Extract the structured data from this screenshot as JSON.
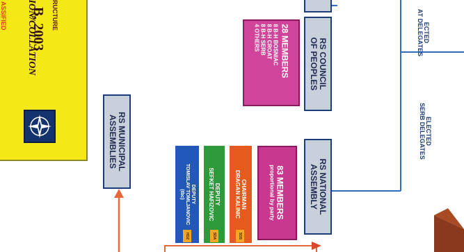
{
  "header_panel": {
    "line_structure": "RUCTURE",
    "line_date": "B, 2003",
    "line_collation": "TION/COLLATION",
    "classified": "ASSIFIED"
  },
  "rs_council_of_peoples": {
    "title_line1": "RS COUNCIL",
    "title_line2": "OF PEOPLES",
    "members_title": "28 MEMBERS",
    "members_breakdown": [
      "8 B-H BOSNIAC",
      "8 B-H CROAT",
      "8 B-H SERB",
      "4 OTHERS"
    ]
  },
  "rs_municipal_assemblies": {
    "title_line1": "RS MUNICIPAL",
    "title_line2": "ASSEMBLIES"
  },
  "rs_national_assembly": {
    "title_line1": "RS NATIONAL",
    "title_line2": "ASSEMBLY",
    "members_title": "83 MEMBERS",
    "members_subtitle": "proportional by party",
    "chairman_role": "CHAIRMAN",
    "chairman_name": "DRAGAN KALINIC",
    "chairman_party": "SDS",
    "deputy1_role": "DEPUTY",
    "deputy1_name": "SEFKET HAFIZOVIC",
    "deputy1_party": "SDA",
    "deputy2_role": "DEPUTY",
    "deputy2_name": "TOMISLAV TOMLJANOVIC",
    "deputy2_party": "(tbc)",
    "deputy2_tag": "HDZ"
  },
  "connectors": {
    "elected_croat_line1": "ECTED",
    "elected_croat_line2": "AT DELEGATES",
    "elected_serb_line1": "ELECTED",
    "elected_serb_line2": "SERB DELEGATES"
  },
  "colors": {
    "header_yellow": "#f4e816",
    "council_magenta": "#d0449c",
    "node_gray": "#c8d0dc",
    "connector_blue": "#2a6ec0",
    "arrow_orange": "#e8663a",
    "chairman_orange": "#e65a1e",
    "deputy_green": "#2f9a3c",
    "deputy_blue": "#2258b8",
    "members_magenta": "#c8388e"
  }
}
